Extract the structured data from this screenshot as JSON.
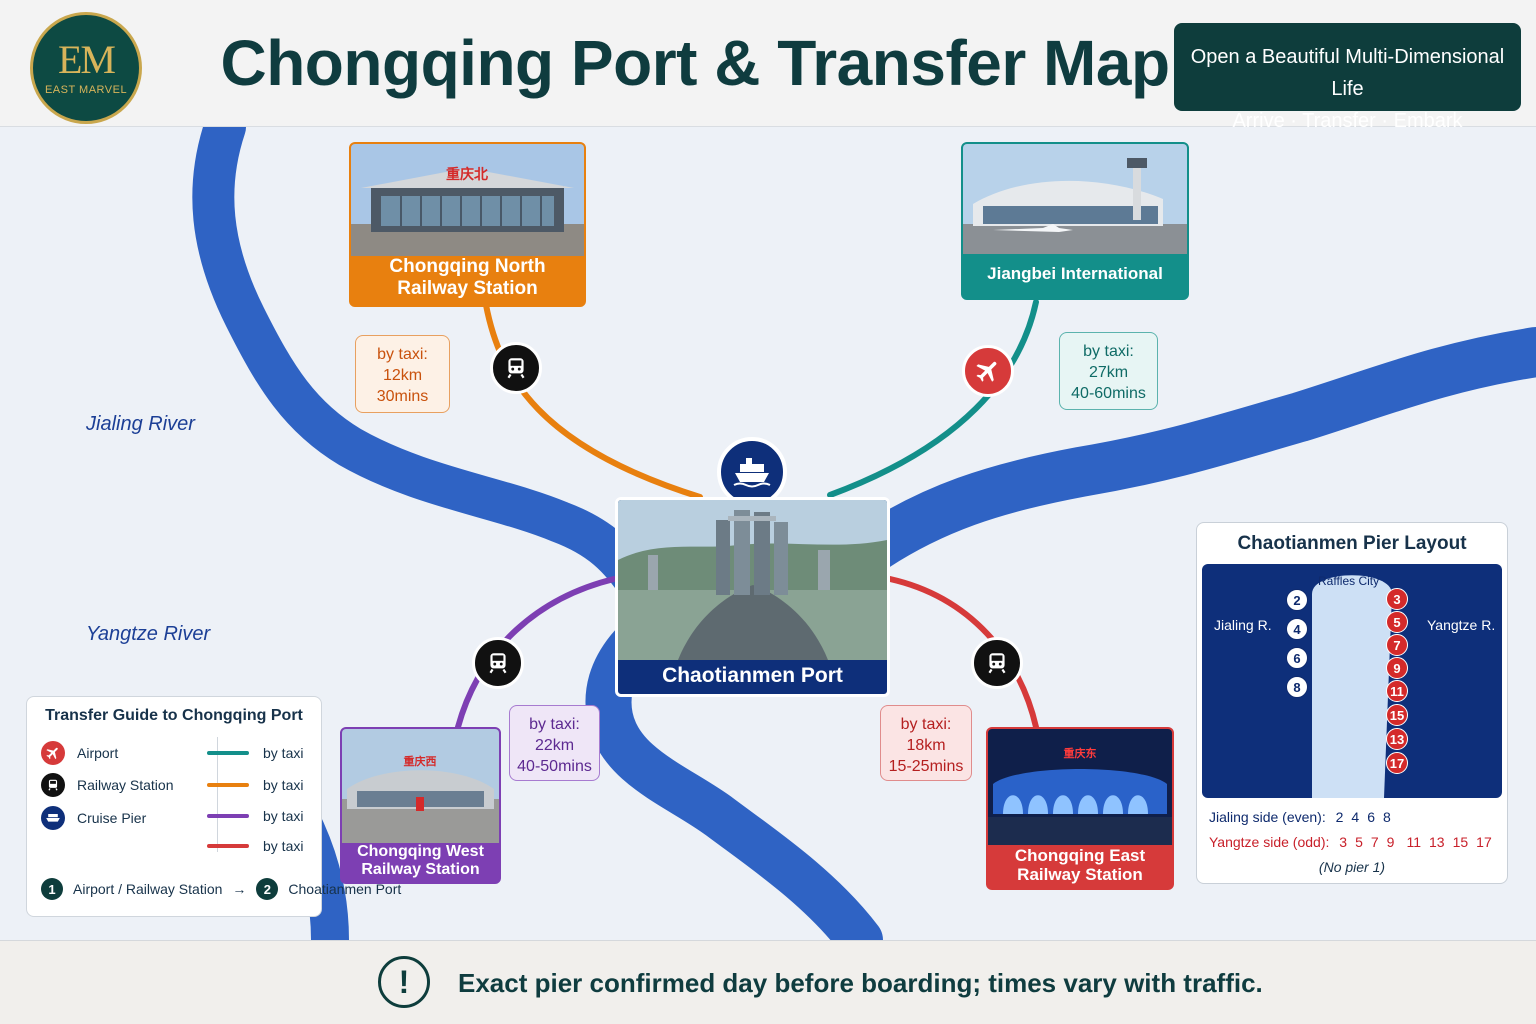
{
  "header": {
    "logo_mark": "EM",
    "logo_text": "EAST MARVEL",
    "title": "Chongqing Port & Transfer Map",
    "slogan_line1": "Open a Beautiful Multi-Dimensional Life",
    "slogan_line2": "Arrive · Transfer · Embark"
  },
  "rivers": {
    "jialing": "Jialing River",
    "yangtze": "Yangtze River"
  },
  "colors": {
    "teal": "#138f8a",
    "orange": "#e8800f",
    "purple": "#7d3fb3",
    "red": "#d63a3a",
    "navy": "#0e2f7a",
    "river": "#2f63c4"
  },
  "stations": {
    "north": {
      "name_line1": "Chongqing North",
      "name_line2": "Railway Station",
      "sign": "重庆北",
      "taxi_label": "by taxi:",
      "distance": "12km",
      "time": "30mins",
      "icon": "train-icon"
    },
    "airport": {
      "name": "Jiangbei International Airport",
      "taxi_label": "by taxi:",
      "distance": "27km",
      "time": "40-60mins",
      "icon": "airplane-icon"
    },
    "west": {
      "name_line1": "Chongqing West",
      "name_line2": "Railway Station",
      "sign": "重庆西",
      "taxi_label": "by taxi:",
      "distance": "22km",
      "time": "40-50mins",
      "icon": "train-icon"
    },
    "east": {
      "name_line1": "Chongqing East",
      "name_line2": "Railway Station",
      "sign": "重庆东",
      "taxi_label": "by taxi:",
      "distance": "18km",
      "time": "15-25mins",
      "icon": "train-icon"
    },
    "port": {
      "name": "Chaotianmen Port",
      "icon": "ship-icon"
    }
  },
  "legend": {
    "title": "Transfer Guide to Chongqing Port",
    "items": [
      {
        "label": "Airport",
        "icon": "airplane-icon"
      },
      {
        "label": "Railway Station",
        "icon": "train-icon"
      },
      {
        "label": "Cruise Pier",
        "icon": "ship-icon"
      }
    ],
    "lines": [
      {
        "label": "by taxi",
        "color": "#138f8a"
      },
      {
        "label": "by taxi",
        "color": "#e8800f"
      },
      {
        "label": "by taxi",
        "color": "#7d3fb3"
      },
      {
        "label": "by taxi",
        "color": "#d63a3a"
      }
    ],
    "step1_num": "1",
    "step1_label": "Airport / Railway Station",
    "arrow": "→",
    "step2_num": "2",
    "step2_label": "Choatianmen Port"
  },
  "pier": {
    "title": "Chaotianmen Pier Layout",
    "landmark": "Raffles City",
    "left_side": "Jialing R.",
    "right_side": "Yangtze R.",
    "even_piers": [
      "2",
      "4",
      "6",
      "8"
    ],
    "odd_piers": [
      "3",
      "5",
      "7",
      "9",
      "11",
      "15",
      "13",
      "17"
    ],
    "jialing_label": "Jialing side (even):",
    "jialing_nums": [
      "2",
      "4",
      "6",
      "8"
    ],
    "yangtze_label": "Yangtze side (odd):",
    "yangtze_nums": [
      "3",
      "5",
      "7",
      "9",
      "11",
      "13",
      "15",
      "17"
    ],
    "note": "(No pier 1)"
  },
  "footer": {
    "icon": "exclamation-icon",
    "icon_glyph": "!",
    "text": "Exact pier confirmed day before boarding; times vary with traffic."
  }
}
